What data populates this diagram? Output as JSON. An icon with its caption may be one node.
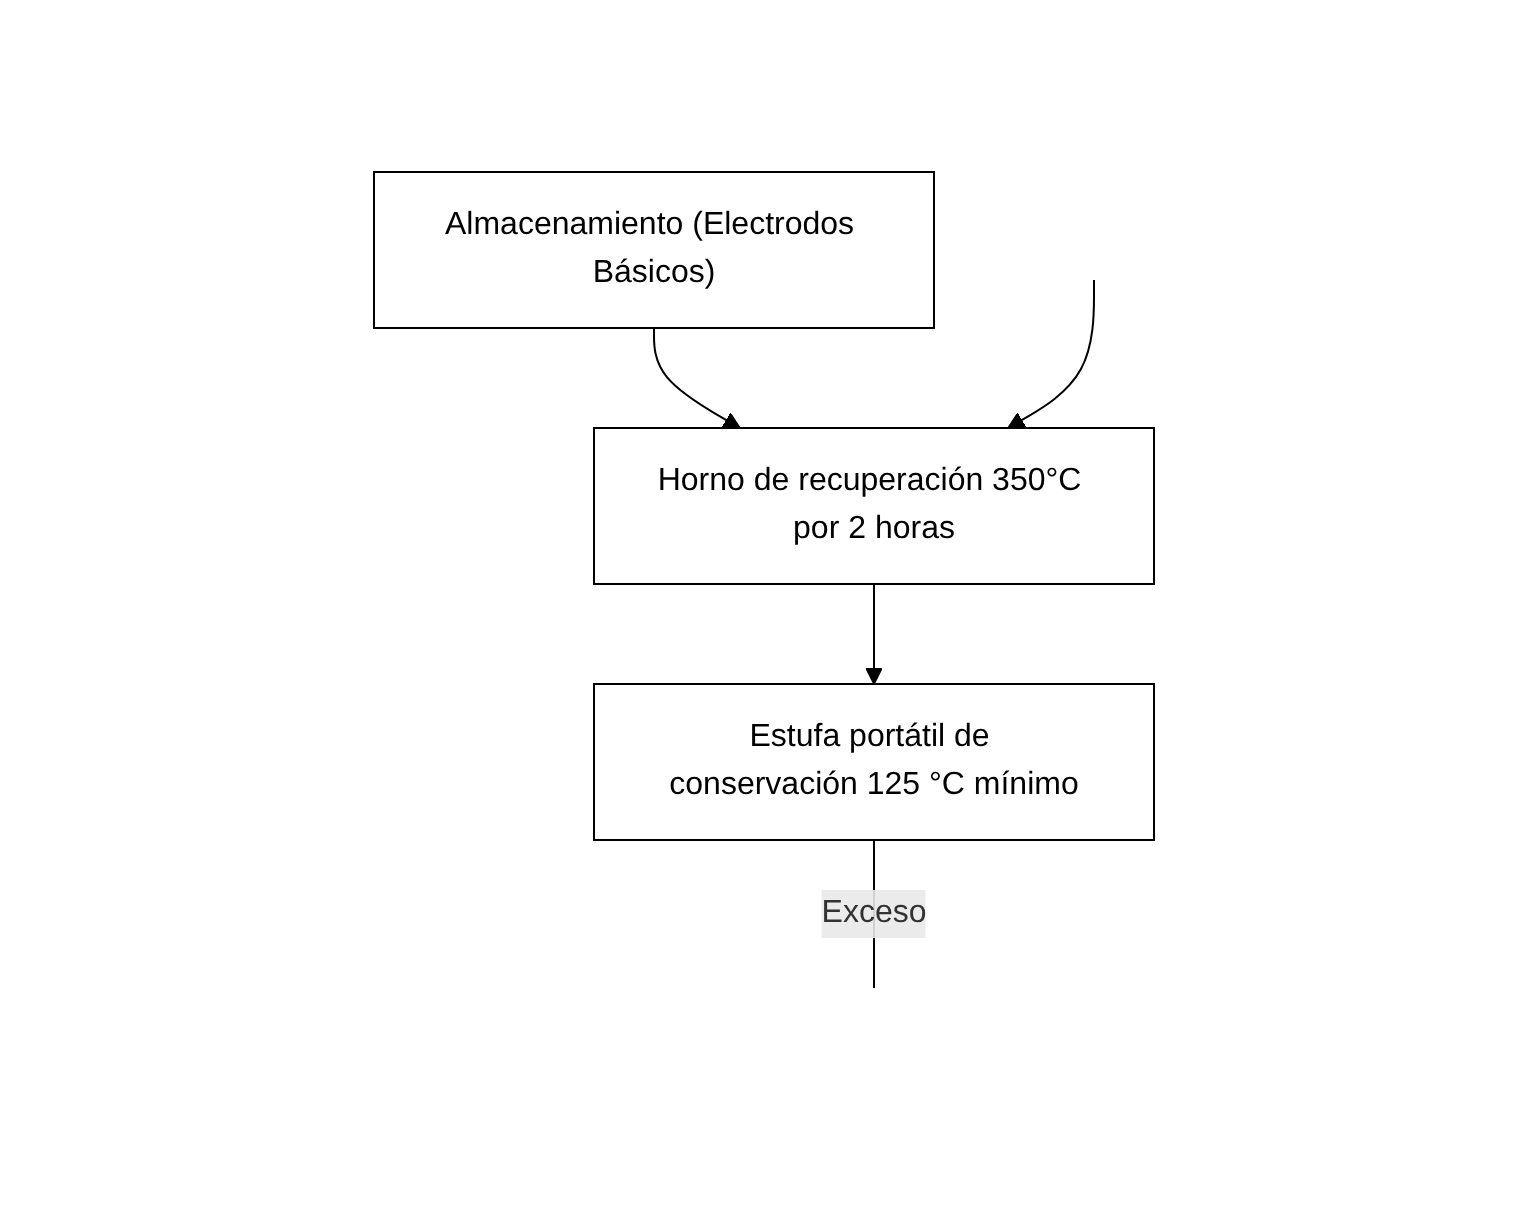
{
  "diagram": {
    "nodes": [
      {
        "text": [
          "Almacenamiento (Electrodos Básicos)"
        ]
      },
      {
        "text": [
          "Horno de recuperación 350°C por 2 horas"
        ]
      },
      {
        "text": [
          "Estufa portátil de conservación 125 °C mínimo"
        ]
      }
    ],
    "edges": [
      {
        "from": 0,
        "to": 1,
        "arrow": "to"
      },
      {
        "from": 1,
        "to": 2,
        "arrow": "to"
      },
      {
        "from": null,
        "to": 1,
        "arrow": "to"
      },
      {
        "from": 2,
        "to": null,
        "arrow": "none",
        "label": "Exceso"
      }
    ]
  }
}
